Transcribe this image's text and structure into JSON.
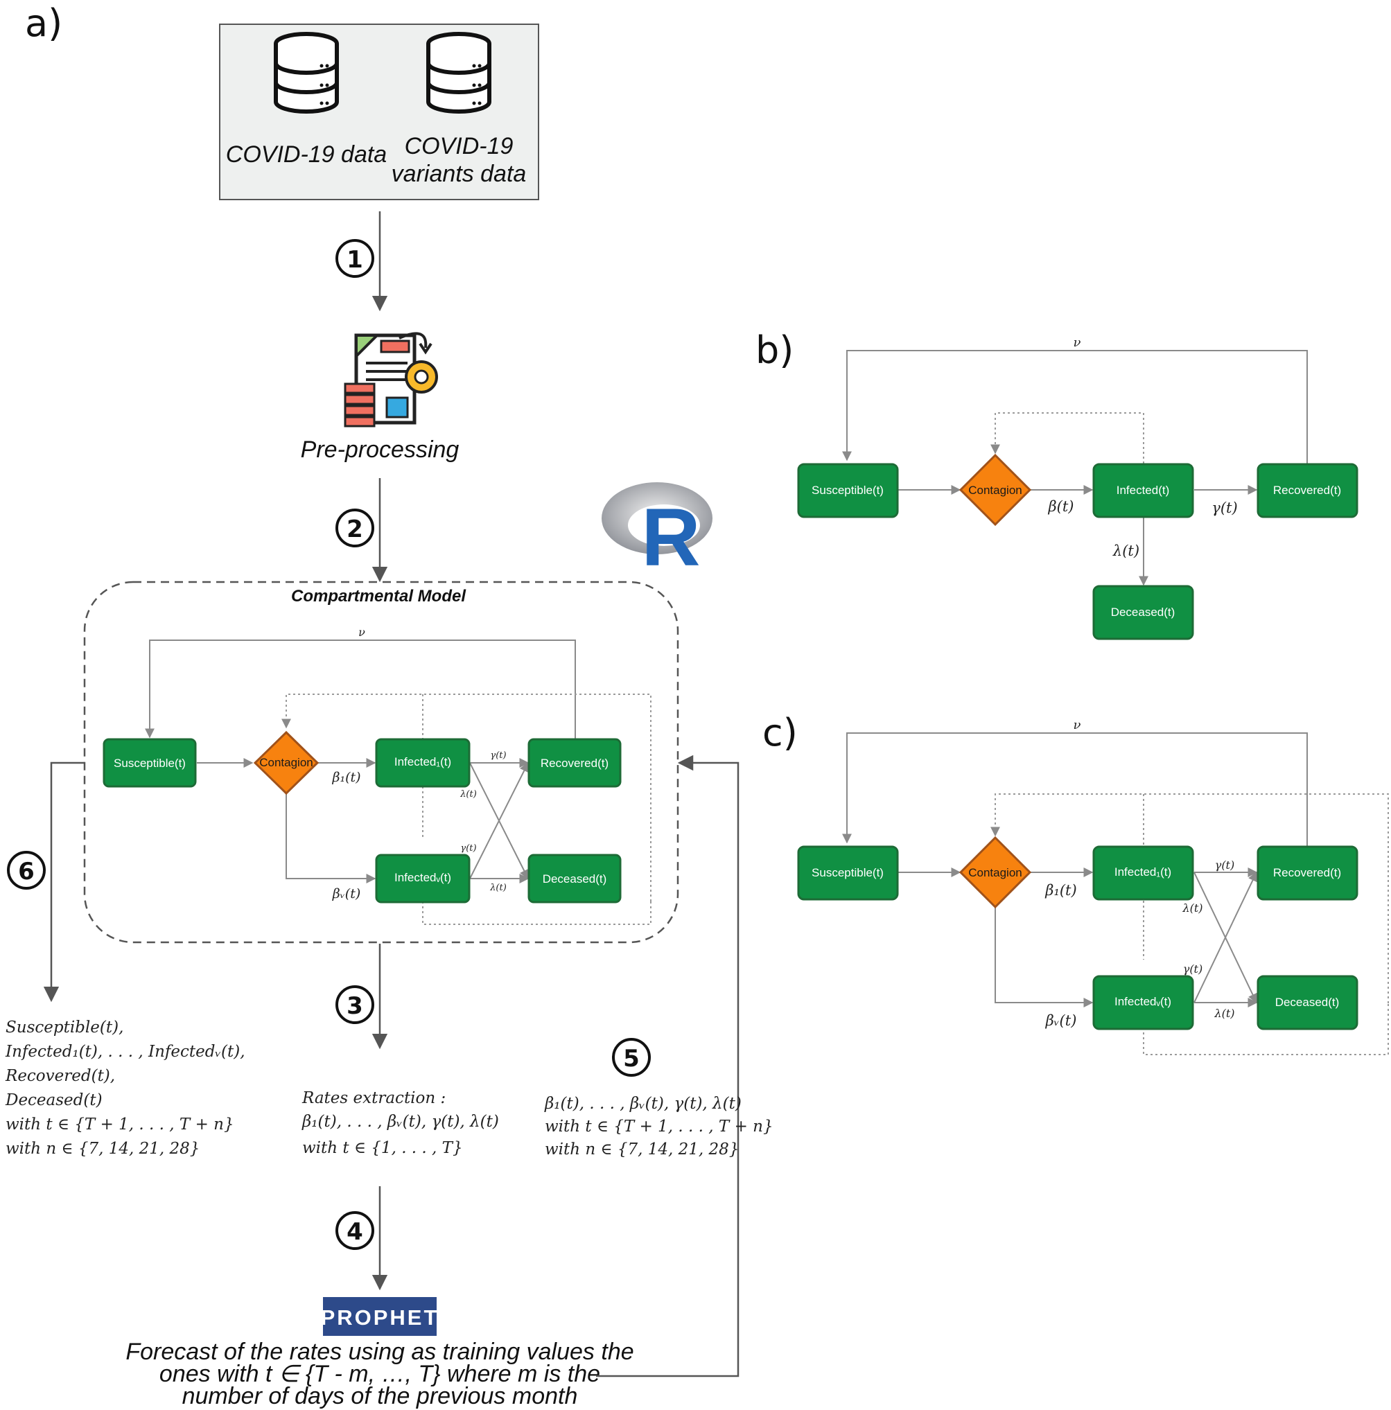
{
  "panels": {
    "a": "a)",
    "b": "b)",
    "c": "c)"
  },
  "data_box": {
    "left_label": "COVID-19 data",
    "right_label_line1": "COVID-19",
    "right_label_line2": "variants data"
  },
  "preprocessing_label": "Pre-processing",
  "steps": [
    "1",
    "2",
    "3",
    "4",
    "5",
    "6"
  ],
  "compartmental_title": "Compartmental Model",
  "r_logo_letter": "R",
  "prophet_logo": "PROPHET",
  "nodes": {
    "susceptible": "Susceptible(t)",
    "contagion": "Contagion",
    "infected": "Infected(t)",
    "recovered": "Recovered(t)",
    "deceased": "Deceased(t)",
    "infected1": "Infected₁(t)",
    "infectedv": "Infectedᵥ(t)"
  },
  "rates": {
    "nu": "ν",
    "beta": "β(t)",
    "gamma": "γ(t)",
    "lambda": "λ(t)",
    "beta1": "β₁(t)",
    "betav": "βᵥ(t)"
  },
  "outputs": {
    "left": [
      "Susceptible(t),",
      "Infected₁(t), . . . , Infectedᵥ(t),",
      "Recovered(t),",
      "Deceased(t)",
      "with t ∈ {T + 1, . . . , T + n}",
      "with n ∈ {7, 14, 21, 28}"
    ],
    "center": [
      "Rates extraction :",
      "β₁(t), . . . , βᵥ(t), γ(t), λ(t)",
      "with t ∈ {1, . . . , T}"
    ],
    "right": [
      "β₁(t), . . . , βᵥ(t), γ(t), λ(t)",
      "with t ∈ {T + 1, . . . , T + n}",
      "with n ∈ {7, 14, 21, 28}"
    ]
  },
  "forecast_text": [
    "Forecast of the rates using as training values the",
    "ones with t ∈ {T - m, …, T} where m is the",
    "number of days of the previous month"
  ],
  "colors": {
    "node_green": "#109043",
    "contagion_orange": "#f7820f",
    "prophet_blue": "#2d4a8a",
    "r_blue": "#2266b8"
  }
}
